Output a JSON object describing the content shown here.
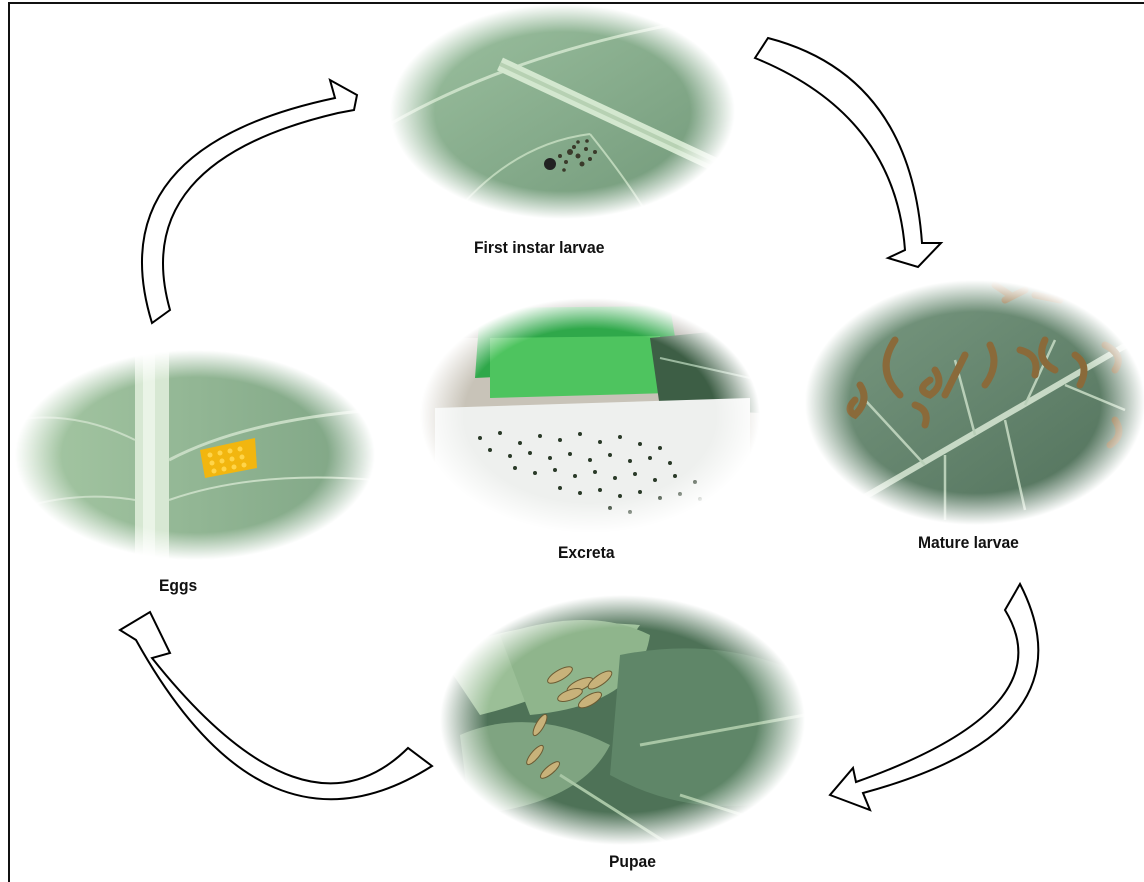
{
  "stages": {
    "first_instar": "First instar larvae",
    "mature": "Mature larvae",
    "pupae": "Pupae",
    "eggs": "Eggs",
    "excreta": "Excreta"
  },
  "icons": {
    "cycle_arrow": "hollow-curved-arrow"
  },
  "colors": {
    "leaf_light": "#a9c9a6",
    "leaf_dark": "#5d7f63",
    "egg_yellow": "#f2b60f",
    "larva_brown": "#8a6a3a",
    "tray_white": "#eef0ee",
    "lid_green": "#2fa84a"
  }
}
